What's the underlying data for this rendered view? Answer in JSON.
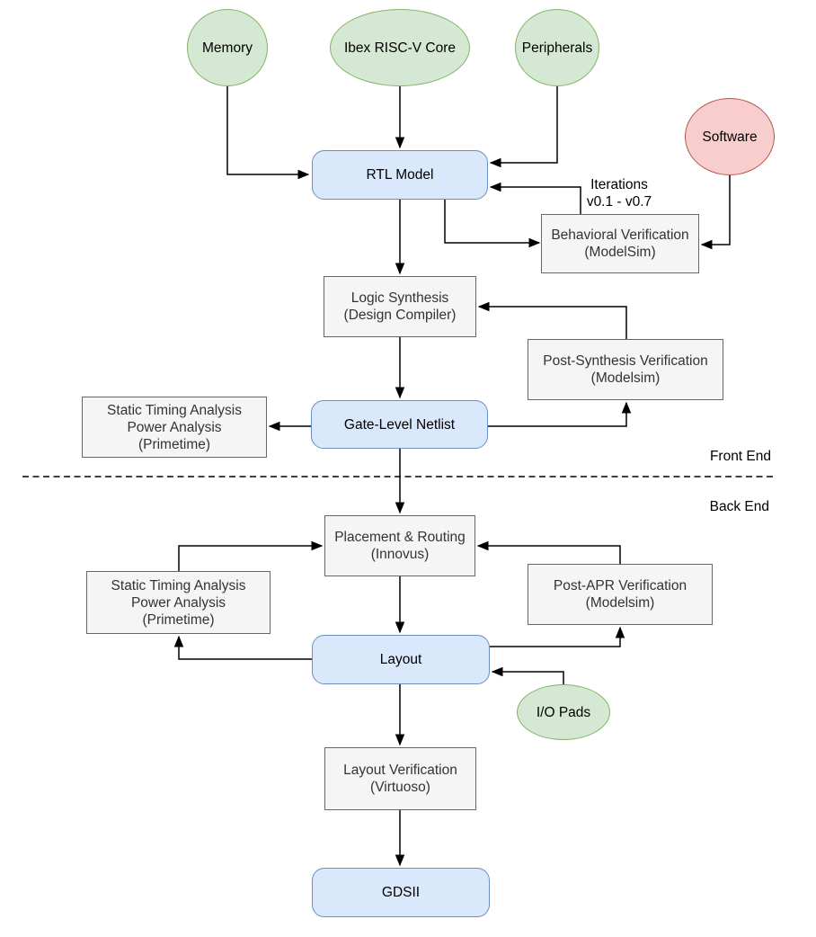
{
  "palette": {
    "input_fill": "#d5e8d4",
    "input_stroke": "#82b366",
    "artifact_fill": "#dae8fc",
    "artifact_stroke": "#6c8ebf",
    "software_fill": "#f8cecc",
    "software_stroke": "#b85450",
    "process_fill": "#f5f5f5",
    "process_stroke": "#666666",
    "edge_color": "#000000",
    "background": "#ffffff"
  },
  "section_labels": {
    "front_end": "Front End",
    "back_end": "Back End"
  },
  "edge_label": {
    "line1": "Iterations",
    "line2": "v0.1 - v0.7"
  },
  "nodes": {
    "memory": {
      "label": "Memory"
    },
    "ibex_core": {
      "label": "Ibex RISC-V Core"
    },
    "peripherals": {
      "label": "Peripherals"
    },
    "software": {
      "label": "Software"
    },
    "rtl_model": {
      "label": "RTL Model"
    },
    "behavioral_verification": {
      "line1": "Behavioral Verification",
      "line2": "(ModelSim)"
    },
    "logic_synthesis": {
      "line1": "Logic Synthesis",
      "line2": "(Design Compiler)"
    },
    "post_synthesis_verification": {
      "line1": "Post-Synthesis Verification",
      "line2": "(Modelsim)"
    },
    "gate_level_netlist": {
      "label": "Gate-Level Netlist"
    },
    "sta_front_end": {
      "line1": "Static Timing Analysis",
      "line2": "Power Analysis",
      "line3": "(Primetime)"
    },
    "placement_routing": {
      "line1": "Placement & Routing",
      "line2": "(Innovus)"
    },
    "sta_back_end": {
      "line1": "Static Timing Analysis",
      "line2": "Power Analysis",
      "line3": "(Primetime)"
    },
    "post_apr_verification": {
      "line1": "Post-APR Verification",
      "line2": "(Modelsim)"
    },
    "layout": {
      "label": "Layout"
    },
    "io_pads": {
      "label": "I/O Pads"
    },
    "layout_verification": {
      "line1": "Layout Verification",
      "line2": "(Virtuoso)"
    },
    "gdsii": {
      "label": "GDSII"
    }
  },
  "edges": [
    {
      "from": "memory",
      "to": "rtl_model"
    },
    {
      "from": "ibex_core",
      "to": "rtl_model"
    },
    {
      "from": "peripherals",
      "to": "rtl_model"
    },
    {
      "from": "software",
      "to": "behavioral_verification"
    },
    {
      "from": "rtl_model",
      "to": "behavioral_verification"
    },
    {
      "from": "behavioral_verification",
      "to": "rtl_model",
      "label": "Iterations v0.1 - v0.7"
    },
    {
      "from": "rtl_model",
      "to": "logic_synthesis"
    },
    {
      "from": "post_synthesis_verification",
      "to": "logic_synthesis"
    },
    {
      "from": "logic_synthesis",
      "to": "gate_level_netlist"
    },
    {
      "from": "gate_level_netlist",
      "to": "sta_front_end"
    },
    {
      "from": "gate_level_netlist",
      "to": "post_synthesis_verification"
    },
    {
      "from": "gate_level_netlist",
      "to": "placement_routing"
    },
    {
      "from": "sta_back_end",
      "to": "placement_routing"
    },
    {
      "from": "post_apr_verification",
      "to": "placement_routing"
    },
    {
      "from": "placement_routing",
      "to": "layout"
    },
    {
      "from": "layout",
      "to": "post_apr_verification"
    },
    {
      "from": "layout",
      "to": "sta_back_end"
    },
    {
      "from": "io_pads",
      "to": "layout"
    },
    {
      "from": "layout",
      "to": "layout_verification"
    },
    {
      "from": "layout_verification",
      "to": "gdsii"
    }
  ]
}
